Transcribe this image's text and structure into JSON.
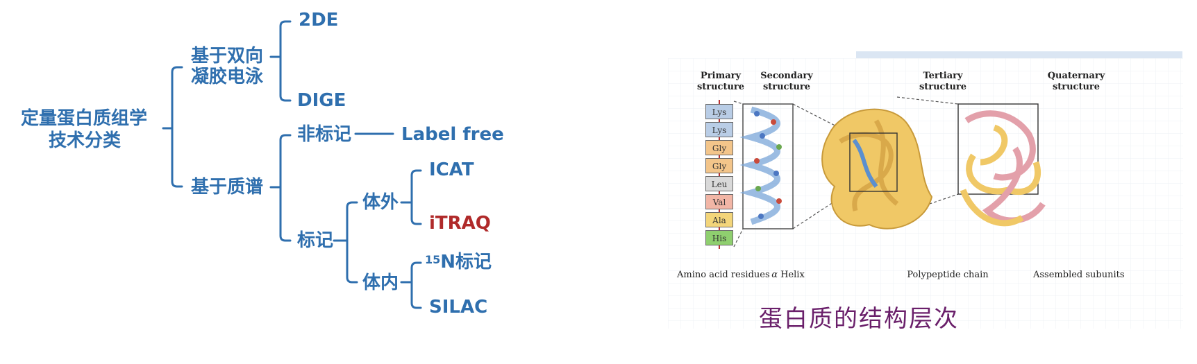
{
  "tree": {
    "root": "定量蛋白质组学\n技术分类",
    "root_line1": "定量蛋白质组学",
    "root_line2": "技术分类",
    "branch_gel_line1": "基于双向",
    "branch_gel_line2": "凝胶电泳",
    "gel_leaf_1": "2DE",
    "gel_leaf_2": "DIGE",
    "branch_ms": "基于质谱",
    "ms_unlabeled": "非标记",
    "ms_unlabeled_leaf": "Label free",
    "ms_labeled": "标记",
    "in_vitro": "体外",
    "in_vitro_leaf_1": "ICAT",
    "in_vitro_leaf_2": "iTRAQ",
    "in_vivo": "体内",
    "in_vivo_leaf_1_sup": "15",
    "in_vivo_leaf_1_text": "N标记",
    "in_vivo_leaf_2": "SILAC",
    "colors": {
      "line": "#2f6fae",
      "text": "#2f6fae",
      "highlight": "#b02a2a"
    }
  },
  "protein_figure": {
    "headers": {
      "primary": "Primary\nstructure",
      "secondary": "Secondary\nstructure",
      "tertiary": "Tertiary\nstructure",
      "quaternary": "Quaternary\nstructure"
    },
    "amino_acids": [
      "Lys",
      "Lys",
      "Gly",
      "Gly",
      "Leu",
      "Val",
      "Ala",
      "His"
    ],
    "amino_colors": [
      "#b9cde6",
      "#b9cde6",
      "#f3c58a",
      "#f3c58a",
      "#d9d9d9",
      "#f2b6a6",
      "#f3d57a",
      "#8fcf6f"
    ],
    "bottom_labels": {
      "primary": "Amino acid residues",
      "secondary_greek": "α",
      "secondary_text": "Helix",
      "tertiary": "Polypeptide chain",
      "quaternary": "Assembled subunits"
    },
    "caption": "蛋白质的结构层次"
  }
}
